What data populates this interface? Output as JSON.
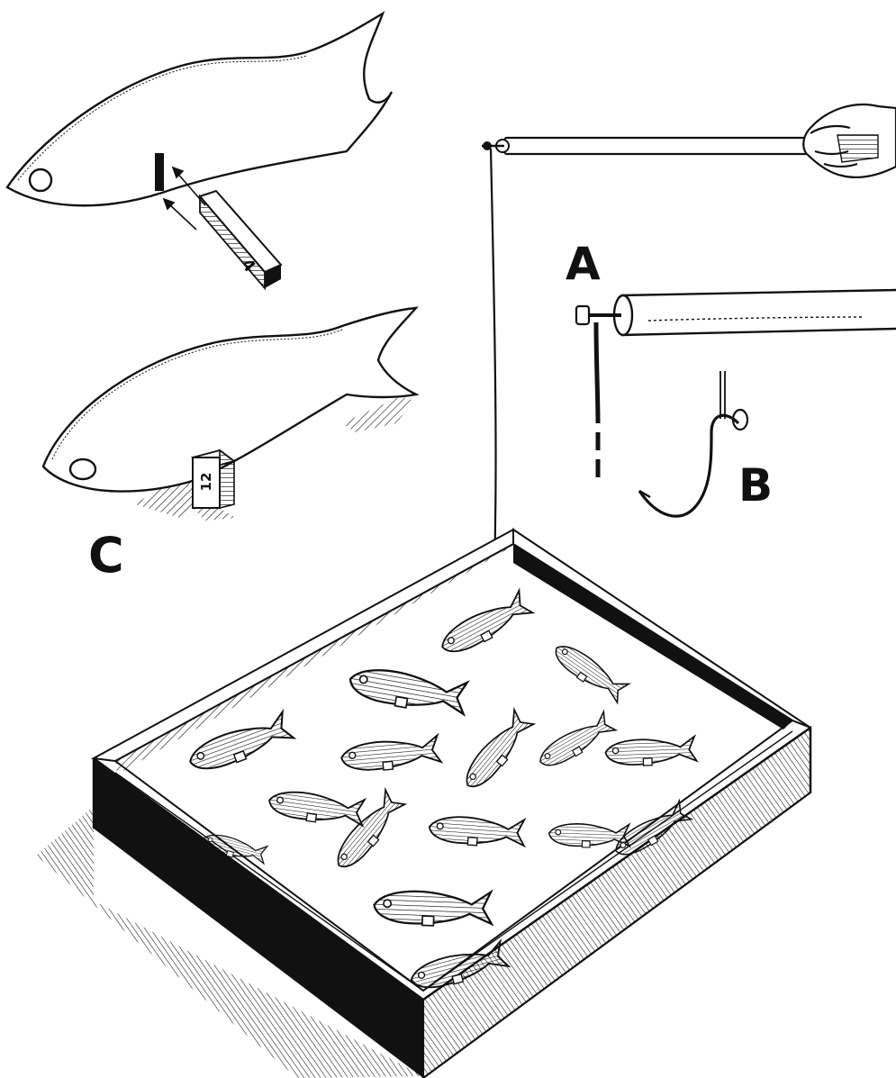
{
  "labels": {
    "a": "A",
    "b": "B",
    "c": "C"
  },
  "tags": {
    "top_fish_tag": "4",
    "middle_fish_tag": "12"
  },
  "colors": {
    "ink": "#111111",
    "paper": "#ffffff"
  },
  "icons": {
    "hand": "hand-icon",
    "hook": "fish-hook-icon",
    "rod": "fishing-rod-icon",
    "box": "tray-box-icon"
  }
}
